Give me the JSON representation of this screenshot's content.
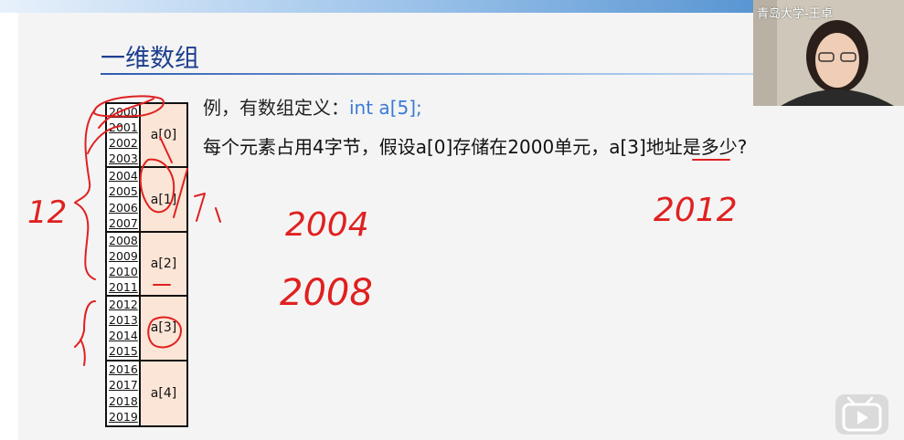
{
  "slide": {
    "title": "一维数组",
    "example": {
      "prefix": "例，有数组定义：",
      "code": "int a[5];"
    },
    "question": "每个元素占用4字节，假设a[0]存储在2000单元，a[3]地址是多少?"
  },
  "memory_table": {
    "blocks": [
      {
        "element": "a[0]",
        "addresses": [
          "2000",
          "2001",
          "2002",
          "2003"
        ]
      },
      {
        "element": "a[1]",
        "addresses": [
          "2004",
          "2005",
          "2006",
          "2007"
        ]
      },
      {
        "element": "a[2]",
        "addresses": [
          "2008",
          "2009",
          "2010",
          "2011"
        ]
      },
      {
        "element": "a[3]",
        "addresses": [
          "2012",
          "2013",
          "2014",
          "2015"
        ]
      },
      {
        "element": "a[4]",
        "addresses": [
          "2016",
          "2017",
          "2018",
          "2019"
        ]
      }
    ]
  },
  "handwriting": {
    "twelve": "12",
    "value_2004": "2004",
    "value_2008": "2008",
    "answer": "2012"
  },
  "webcam": {
    "watermark": "青岛大学-王卓"
  },
  "colors": {
    "ink": "#e02020",
    "title": "#1e3f8f",
    "code": "#3a7bd5",
    "cell": "#fbe5d6"
  }
}
